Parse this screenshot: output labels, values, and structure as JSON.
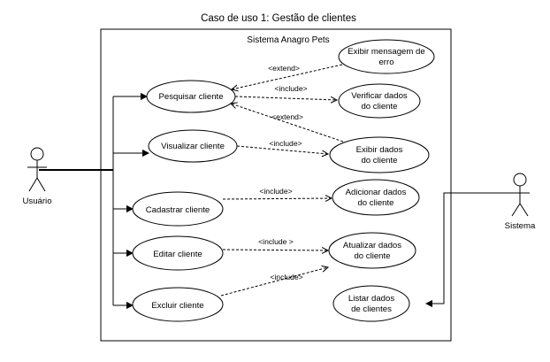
{
  "diagram_title": "Caso de uso 1: Gestão de clientes",
  "system_boundary": "Sistema Anagro Pets",
  "actors": {
    "usuario": "Usuário",
    "sistema": "Sistema"
  },
  "use_cases": {
    "pesquisar": "Pesquisar cliente",
    "visualizar": "Visualizar cliente",
    "cadastrar": "Cadastrar cliente",
    "editar": "Editar cliente",
    "excluir": "Excluir cliente",
    "erro": [
      "Exibir mensagem de",
      "erro"
    ],
    "verificar": [
      "Verificar dados",
      "do cliente"
    ],
    "exibir": [
      "Exibir dados",
      "do cliente"
    ],
    "adicionar": [
      "Adicionar dados",
      "do cliente"
    ],
    "atualizar": [
      "Atualizar dados",
      "do cliente"
    ],
    "listar": [
      "Listar dados",
      "de  clientes"
    ]
  },
  "relations": {
    "extend_erro": "<extend>",
    "include_verificar": "<include>",
    "extend_exibir": "<extend>",
    "include_visualizar": "<include>",
    "include_cadastrar": "<include>",
    "include_editar": "<include >",
    "include_excluir": "<include>"
  }
}
